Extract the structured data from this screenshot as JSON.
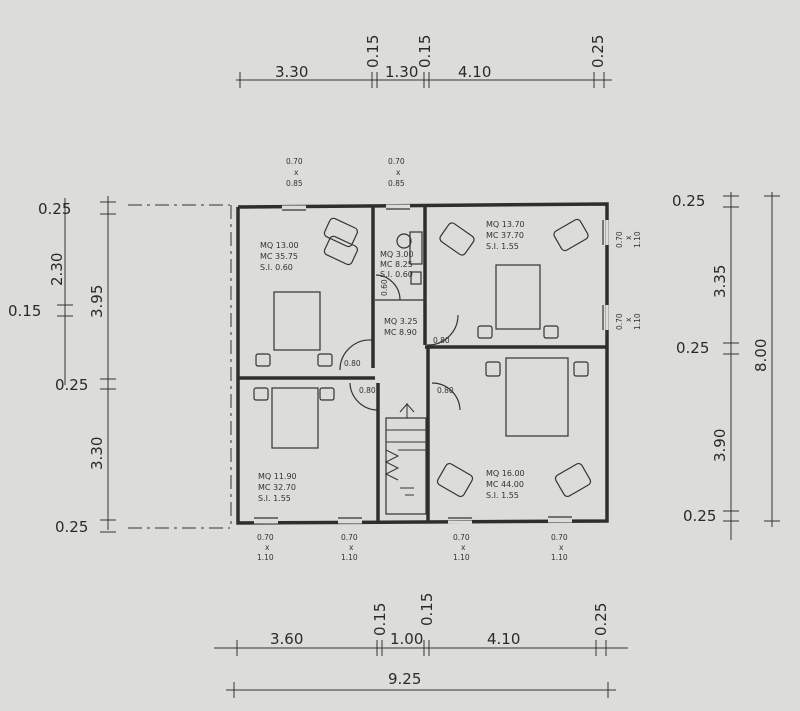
{
  "top_dims": {
    "a": "3.30",
    "b": "0.15",
    "c": "1.30",
    "d": "0.15",
    "e": "4.10",
    "f": "0.25"
  },
  "bottom_dims": {
    "a": "3.60",
    "b": "0.15",
    "c": "1.00",
    "d": "0.15",
    "e": "4.10",
    "f": "0.25",
    "total": "9.25"
  },
  "left_dims": {
    "t1": "0.25",
    "h1": "2.30",
    "h2": "3.95",
    "t2": "0.15",
    "t3": "0.25",
    "h3": "3.30",
    "t4": "0.25"
  },
  "right_dims": {
    "t1": "0.25",
    "h1": "3.35",
    "t2": "0.25",
    "h2": "3.90",
    "t3": "0.25",
    "total": "8.00"
  },
  "windows": {
    "top_left": [
      "0.70",
      "x",
      "0.85"
    ],
    "top_mid": [
      "0.70",
      "x",
      "0.85"
    ],
    "right_1": [
      "0.70",
      "x",
      "1.10"
    ],
    "right_2": [
      "0.70",
      "x",
      "1.10"
    ],
    "bottom_1": [
      "0.70",
      "x",
      "1.10"
    ],
    "bottom_2": [
      "0.70",
      "x",
      "1.10"
    ],
    "bottom_3": [
      "0.70",
      "x",
      "1.10"
    ],
    "bottom_4": [
      "0.70",
      "x",
      "1.10"
    ]
  },
  "rooms": {
    "bed_tl": [
      "MQ 13.00",
      "MC 35.75",
      "S.I. 0.60"
    ],
    "bath": [
      "MQ 3.00",
      "MC 8.25",
      "S.I. 0.60"
    ],
    "bed_tr": [
      "MQ 13.70",
      "MC 37.70",
      "S.I. 1.55"
    ],
    "hall": [
      "MQ 3.25",
      "MC 8.90"
    ],
    "bed_bl": [
      "MQ 11.90",
      "MC 32.70",
      "S.I. 1.55"
    ],
    "bed_br": [
      "MQ 16.00",
      "MC 44.00",
      "S.I. 1.55"
    ]
  },
  "doors": {
    "d1": "0.80",
    "d2": "0.80",
    "d3": "0.80",
    "d4": "0.80",
    "bath_door": "0.60"
  }
}
